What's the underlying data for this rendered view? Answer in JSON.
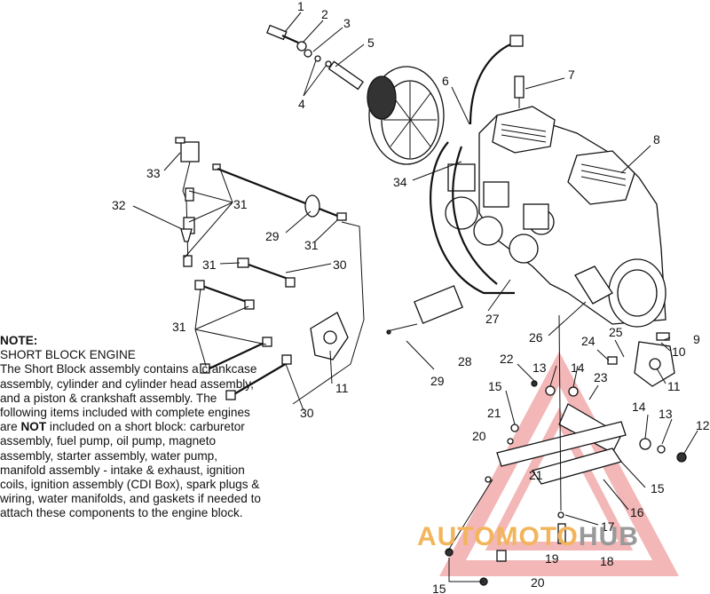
{
  "callouts": [
    {
      "id": "c1",
      "text": "1"
    },
    {
      "id": "c2",
      "text": "2"
    },
    {
      "id": "c3",
      "text": "3"
    },
    {
      "id": "c4",
      "text": "4"
    },
    {
      "id": "c5",
      "text": "5"
    },
    {
      "id": "c6",
      "text": "6"
    },
    {
      "id": "c7",
      "text": "7"
    },
    {
      "id": "c8",
      "text": "8"
    },
    {
      "id": "c9",
      "text": "9"
    },
    {
      "id": "c10",
      "text": "10"
    },
    {
      "id": "c11a",
      "text": "11"
    },
    {
      "id": "c11b",
      "text": "11"
    },
    {
      "id": "c12",
      "text": "12"
    },
    {
      "id": "c13a",
      "text": "13"
    },
    {
      "id": "c13b",
      "text": "13"
    },
    {
      "id": "c14a",
      "text": "14"
    },
    {
      "id": "c14b",
      "text": "14"
    },
    {
      "id": "c15a",
      "text": "15"
    },
    {
      "id": "c15b",
      "text": "15"
    },
    {
      "id": "c15c",
      "text": "15"
    },
    {
      "id": "c16",
      "text": "16"
    },
    {
      "id": "c17",
      "text": "17"
    },
    {
      "id": "c18",
      "text": "18"
    },
    {
      "id": "c19",
      "text": "19"
    },
    {
      "id": "c20a",
      "text": "20"
    },
    {
      "id": "c20b",
      "text": "20"
    },
    {
      "id": "c21a",
      "text": "21"
    },
    {
      "id": "c21b",
      "text": "21"
    },
    {
      "id": "c22",
      "text": "22"
    },
    {
      "id": "c23",
      "text": "23"
    },
    {
      "id": "c24",
      "text": "24"
    },
    {
      "id": "c25",
      "text": "25"
    },
    {
      "id": "c26",
      "text": "26"
    },
    {
      "id": "c27",
      "text": "27"
    },
    {
      "id": "c28",
      "text": "28"
    },
    {
      "id": "c29a",
      "text": "29"
    },
    {
      "id": "c29b",
      "text": "29"
    },
    {
      "id": "c30a",
      "text": "30"
    },
    {
      "id": "c30b",
      "text": "30"
    },
    {
      "id": "c31a",
      "text": "31"
    },
    {
      "id": "c31b",
      "text": "31"
    },
    {
      "id": "c31c",
      "text": "31"
    },
    {
      "id": "c31d",
      "text": "31"
    },
    {
      "id": "c32",
      "text": "32"
    },
    {
      "id": "c33",
      "text": "33"
    },
    {
      "id": "c34",
      "text": "34"
    }
  ],
  "note": {
    "title": "NOTE:",
    "heading": "SHORT BLOCK ENGINE",
    "p1": "The Short Block assembly contains a crankcase assembly, cylinder and cylinder head assembly, and a piston & crankshaft assembly.  The following items included with complete engines are ",
    "emph": "NOT",
    "p2": " included on a short block:  carburetor assembly, fuel pump, oil pump, magneto assembly, starter assembly, water pump, manifold assembly - intake & exhaust, ignition coils, ignition assembly (CDI Box), spark plugs & wiring, water manifolds, and gaskets if needed to attach these components to the engine block."
  },
  "watermark": {
    "part1": "AUTOMOTO",
    "part2": "HUB",
    "color_primary": "#f2b55c",
    "color_secondary": "#999999"
  }
}
